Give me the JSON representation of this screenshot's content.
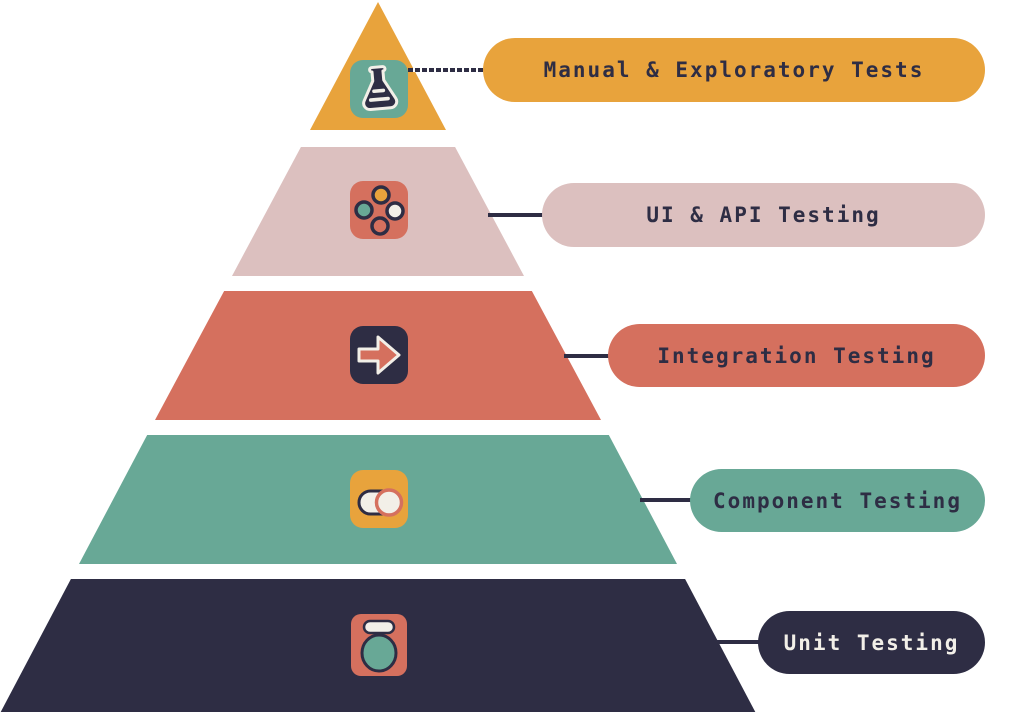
{
  "diagram": {
    "type": "pyramid",
    "background": "#FFFFFF",
    "connector_color": "#2E2D44",
    "levels": [
      {
        "rank": 1,
        "label": "Manual & Exploratory Tests",
        "color": "#E8A33C",
        "label_text_color": "#2E2D44",
        "icon": "flask-icon",
        "icon_bg": "#68A896"
      },
      {
        "rank": 2,
        "label": "UI & API Testing",
        "color": "#DCC0BF",
        "label_text_color": "#2E2D44",
        "icon": "dots-cluster-icon",
        "icon_bg": "#D5705E"
      },
      {
        "rank": 3,
        "label": "Integration Testing",
        "color": "#D5705E",
        "label_text_color": "#2E2D44",
        "icon": "arrow-right-icon",
        "icon_bg": "#2E2D44"
      },
      {
        "rank": 4,
        "label": "Component Testing",
        "color": "#68A896",
        "label_text_color": "#2E2D44",
        "icon": "toggle-switch-icon",
        "icon_bg": "#E8A33C"
      },
      {
        "rank": 5,
        "label": "Unit Testing",
        "color": "#2E2D44",
        "label_text_color": "#F2EFE8",
        "icon": "push-button-icon",
        "icon_bg": "#D5705E"
      }
    ]
  }
}
